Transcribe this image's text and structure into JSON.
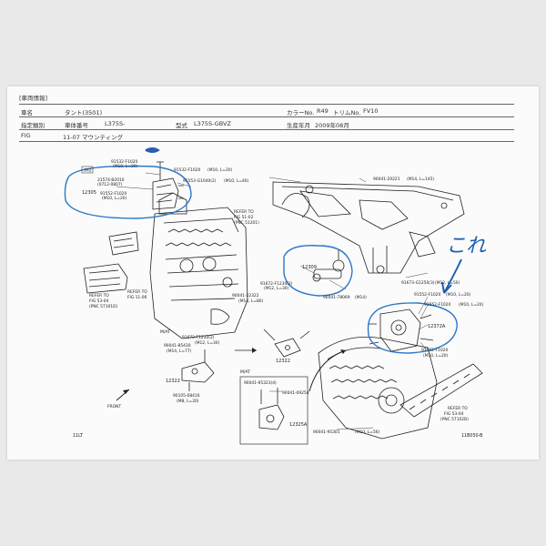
{
  "header": {
    "section_title": "[車両情報]",
    "car_name_label": "車名",
    "car_name_value": "タント(3501)",
    "model_spec_label": "指定類別",
    "vin_label": "車体番号",
    "vin_value": "L375S-",
    "model_type_label": "型式",
    "model_type_value": "L375S-GBVZ",
    "color_label": "カラーNo.",
    "color_value": "R49",
    "trim_label": "トリムNo.",
    "trim_value": "FV10",
    "production_label": "生産年月",
    "production_value": "2009年08月"
  },
  "fig": {
    "label": "FIG",
    "value": "11-07 マウンティング"
  },
  "annotation": {
    "handwritten": "これ",
    "circle_color": "#2a78c8",
    "arrow_color": "#1f5fb0"
  },
  "parts": {
    "p12305": "12305",
    "p21574": "21574-B2010",
    "p21574b": "(0712-0807)",
    "p91552_f1020_a": "91552-F1020",
    "p91552_f1020_a_dim": "(M10, L=20)",
    "p91532_f1020_top": "91532-F1020",
    "p91532_f1020_top_dim": "(M10, L=20)",
    "p91532_f1020_mid": "91532-F1020",
    "p91532_f1020_mid_dim": "(M10, L=20)",
    "p91553_g1040": "91553-G1040(2)",
    "p91553_g1040_dim": "(M10, L=40)",
    "p90041_20221": "90041-20221",
    "p90041_20221_dim": "(M14, L=145)",
    "refer_left_a": "REFER TO",
    "refer_left_a_fig": "FIG  51-02",
    "refer_left_a_pnc": "(PNC 51201)",
    "p12309": "12309",
    "p91672_f1230": "91672-F1230(2)",
    "p91672_f1230_dim": "(M12, L=30)",
    "p90041_78069": "90041-78069",
    "p90041_78069_dim": "(M14)",
    "p90041_22322": "90041-22322",
    "p90041_22322_dim": "(M14, L=80)",
    "p12322": "12322",
    "p91673_g1250": "91673-G1250(3)",
    "p91673_g1250_dim": "(M12, L=50)",
    "p91552_f1020_b": "91552-F1020",
    "p91552_f1020_b_dim": "(M10, L=20)",
    "p91552_f1020_c": "91552-F1020",
    "p91552_f1020_c_dim": "(M10, L=20)",
    "p12372a": "12372A",
    "p91552_f1020_d": "91552-F1020",
    "p91552_f1020_d_dim": "(M10, L=20)",
    "refer_left_b": "REFER TO",
    "refer_left_b_fig": "FIG  53-04",
    "refer_left_b_pnc": "(PNC 57101D)",
    "refer_left_c": "REFER TO",
    "refer_left_c_fig": "FIG  11-06",
    "mat_label_a": "M/AT",
    "p91672_f1230_b": "91672-F1230(2)",
    "p91672_f1230_b_dim": "(M12, L=30)",
    "p90041_85430": "90041-85430",
    "p90041_85430_dim": "(M14, L=77)",
    "p12322b": "12322",
    "p90105_08416": "90105-08416",
    "p90105_08416_dim": "(M8, L=20)",
    "front": "FRONT",
    "mat_label_b": "M/AT",
    "p90041_95323": "90041-95323(4)",
    "p90041_09254": "90041-09254",
    "p12325a": "12325A",
    "p90041_95301": "90041-95301",
    "p90041_95301_dim": "(M10, L=56)",
    "refer_right": "REFER TO",
    "refer_right_fig": "FIG  53-04",
    "refer_right_pnc": "(PNC 57102B)",
    "footer_left": "11LT",
    "footer_right": "11B050-B",
    "marker_box": "3RD"
  }
}
